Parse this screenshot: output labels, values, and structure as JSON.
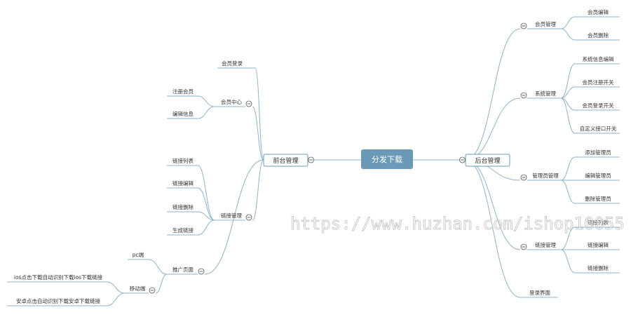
{
  "root": {
    "label": "分发下载",
    "color": "#6b9ab8"
  },
  "left_branch": {
    "label": "前台管理",
    "children": [
      {
        "label": "会员登录"
      },
      {
        "label": "会员中心",
        "children": [
          {
            "label": "注册会员"
          },
          {
            "label": "编辑信息"
          }
        ]
      },
      {
        "label": "链接管理",
        "children": [
          {
            "label": "链接列表"
          },
          {
            "label": "链接编辑"
          },
          {
            "label": "链接删除"
          },
          {
            "label": "生成链接"
          }
        ]
      },
      {
        "label": "推广页面",
        "children": [
          {
            "label": "pc端"
          },
          {
            "label": "移动端",
            "children": [
              {
                "label": "ios点击下载自动识别下载ios下载链接"
              },
              {
                "label": "安卓点击自动识别下载安卓下载链接"
              }
            ]
          }
        ]
      }
    ]
  },
  "right_branch": {
    "label": "后台管理",
    "children": [
      {
        "label": "会员管理",
        "children": [
          {
            "label": "会员编辑"
          },
          {
            "label": "会员删除"
          }
        ]
      },
      {
        "label": "系统管理",
        "children": [
          {
            "label": "系统信息编辑"
          },
          {
            "label": "会员注册开关"
          },
          {
            "label": "会员登录开关"
          },
          {
            "label": "自定义接口开关"
          }
        ]
      },
      {
        "label": "管理员管理",
        "children": [
          {
            "label": "添加管理员"
          },
          {
            "label": "编辑管理员"
          },
          {
            "label": "删除管理员"
          }
        ]
      },
      {
        "label": "链接管理",
        "children": [
          {
            "label": "链接列表"
          },
          {
            "label": "链接编辑"
          },
          {
            "label": "链接删除"
          }
        ]
      },
      {
        "label": "登录界面"
      }
    ]
  },
  "watermark": "https://www.huzhan.com/ishop10055",
  "colors": {
    "edge": "#8fb3c9",
    "node_border": "#6b9ab8",
    "text": "#333333"
  }
}
